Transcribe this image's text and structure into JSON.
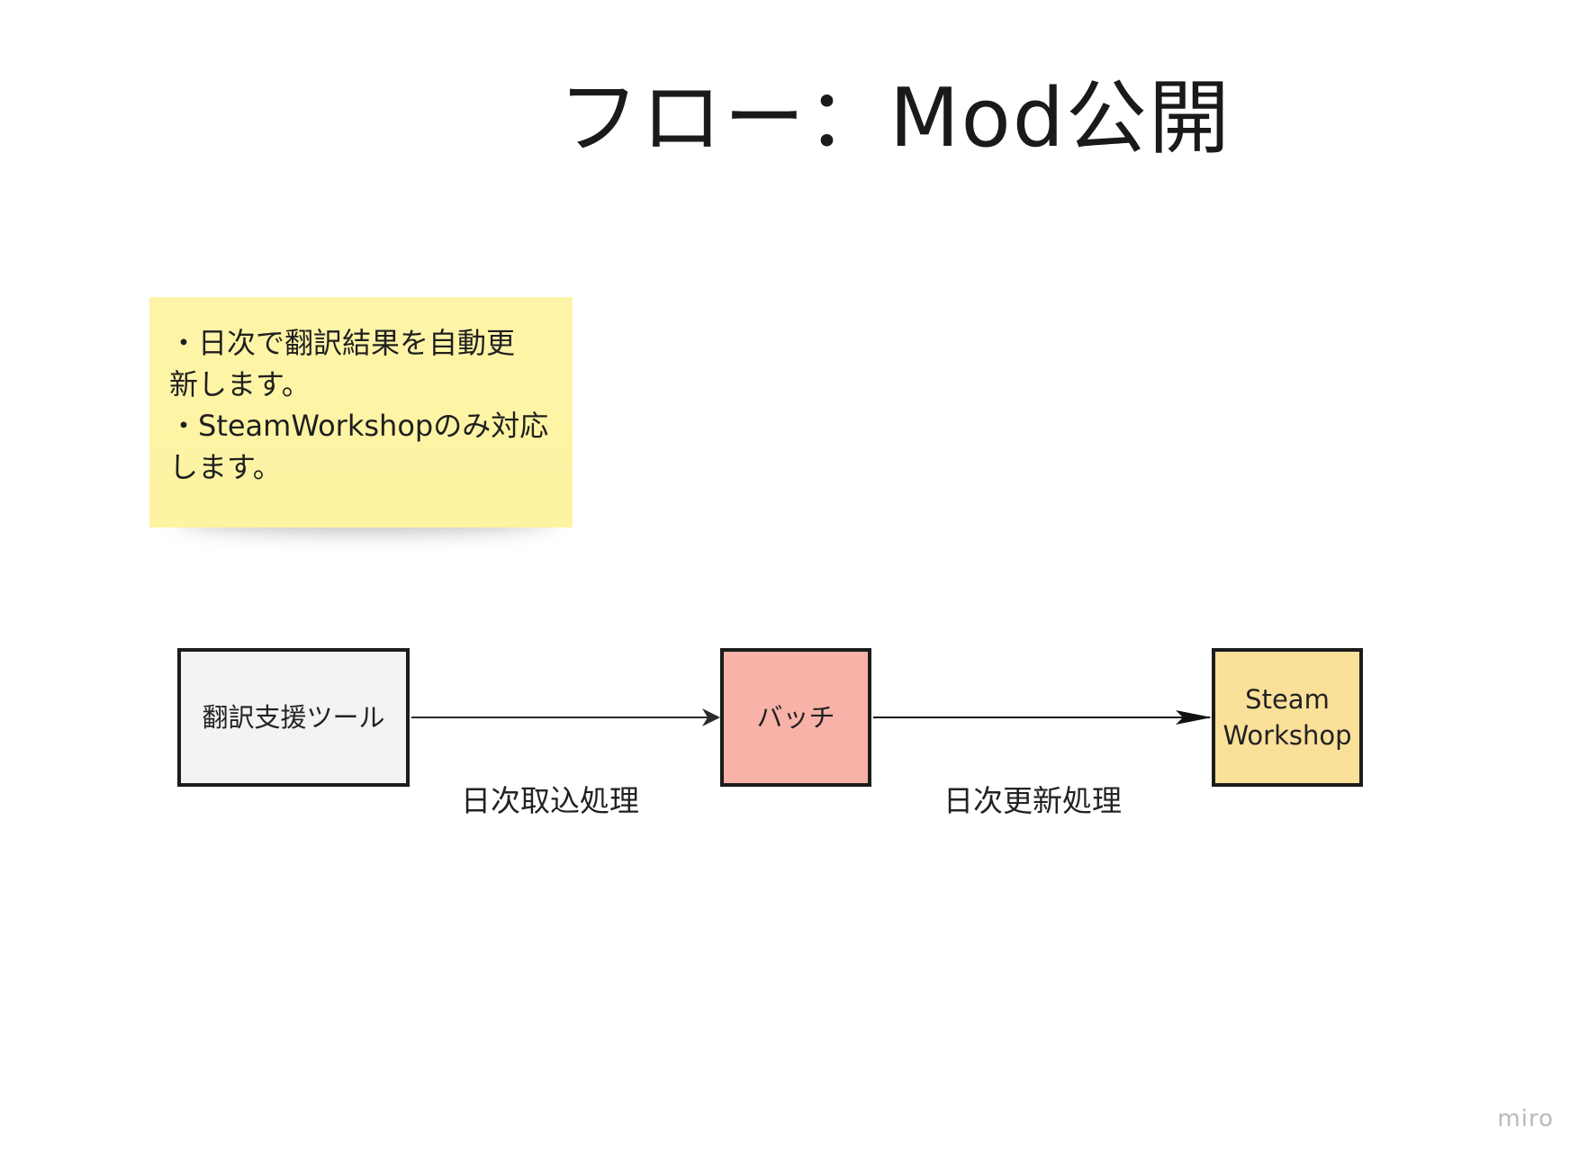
{
  "title": "フロー：Mod公開",
  "sticky_note": {
    "lines": [
      "・日次で翻訳結果を自動更",
      "新します。",
      "・SteamWorkshopのみ対応",
      "します。"
    ],
    "color": "#fef4a8"
  },
  "nodes": {
    "tool": {
      "label": "翻訳支援ツール",
      "color": "#f3f3f3"
    },
    "batch": {
      "label": "バッチ",
      "color": "#f8b2a8"
    },
    "steam": {
      "label_line1": "Steam",
      "label_line2": "Workshop",
      "color": "#fbe09a"
    }
  },
  "edges": {
    "tool_to_batch": {
      "label": "日次取込処理"
    },
    "batch_to_steam": {
      "label": "日次更新処理"
    }
  },
  "watermark": "miro"
}
